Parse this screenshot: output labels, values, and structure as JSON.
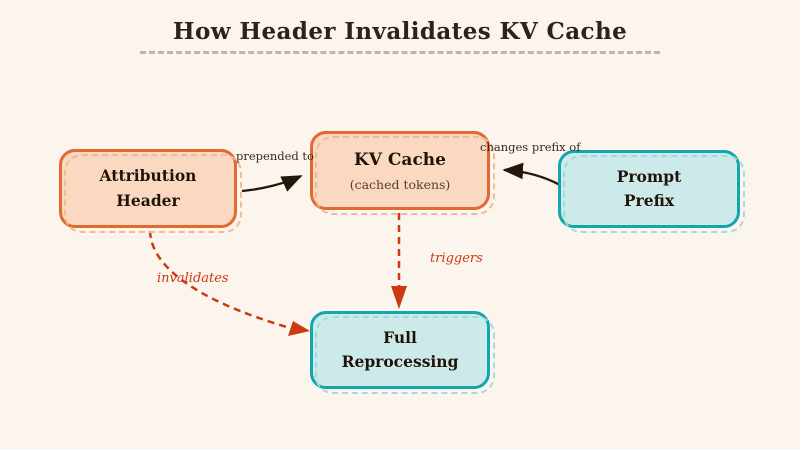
{
  "title": "How Header Invalidates KV Cache",
  "nodes": {
    "attribution_header": {
      "line1": "Attribution",
      "line2": "Header"
    },
    "kv_cache": {
      "title": "KV Cache",
      "subtitle": "(cached tokens)"
    },
    "prompt_prefix": {
      "line1": "Prompt",
      "line2": "Prefix"
    },
    "full_reprocessing": {
      "line1": "Full",
      "line2": "Reprocessing"
    }
  },
  "edges": {
    "prepended_to": {
      "label": "prepended to"
    },
    "changes_prefix_of": {
      "label": "changes prefix of"
    },
    "invalidates": {
      "label": "invalidates"
    },
    "triggers": {
      "label": "triggers"
    }
  },
  "colors": {
    "background": "#fbf5ee",
    "orange_border": "#e06a30",
    "orange_fill": "#fad8c1",
    "teal_border": "#14a6ac",
    "teal_fill": "#cdeaea",
    "arrow_black": "#241709",
    "arrow_red": "#cc3a0f",
    "title_text": "#30211a",
    "divider": "#bab5ae"
  }
}
